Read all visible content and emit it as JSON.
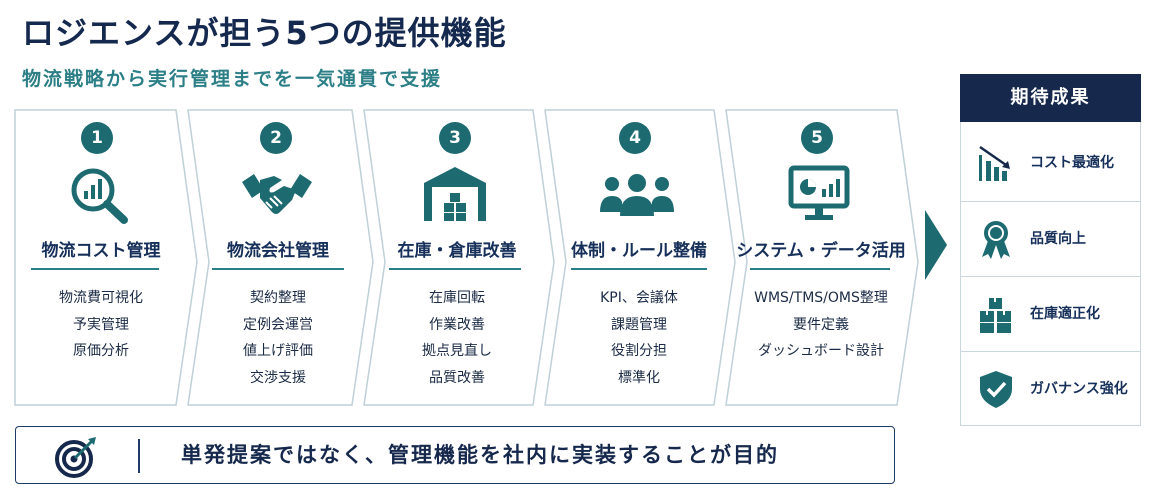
{
  "header": {
    "title": "ロジエンスが担う5つの提供機能",
    "subtitle": "物流戦略から実行管理までを一気通貫で支援"
  },
  "steps": [
    {
      "number": "1",
      "title": "物流コスト管理",
      "icon": "magnifier-chart-icon",
      "items": [
        "物流費可視化",
        "予実管理",
        "原価分析"
      ]
    },
    {
      "number": "2",
      "title": "物流会社管理",
      "icon": "handshake-icon",
      "items": [
        "契約整理",
        "定例会運営",
        "値上げ評価",
        "交渉支援"
      ]
    },
    {
      "number": "3",
      "title": "在庫・倉庫改善",
      "icon": "warehouse-icon",
      "items": [
        "在庫回転",
        "作業改善",
        "拠点見直し",
        "品質改善"
      ]
    },
    {
      "number": "4",
      "title": "体制・ルール整備",
      "icon": "team-icon",
      "items": [
        "KPI、会議体",
        "課題管理",
        "役割分担",
        "標準化"
      ]
    },
    {
      "number": "5",
      "title": "システム・データ活用",
      "icon": "monitor-chart-icon",
      "items": [
        "WMS/TMS/OMS整理",
        "要件定義",
        "ダッシュボード設計"
      ]
    }
  ],
  "results": {
    "heading": "期待成果",
    "items": [
      {
        "label": "コスト最適化",
        "icon": "cost-down-chart-icon"
      },
      {
        "label": "品質向上",
        "icon": "award-ribbon-icon"
      },
      {
        "label": "在庫適正化",
        "icon": "boxes-icon"
      },
      {
        "label": "ガバナンス強化",
        "icon": "shield-check-icon"
      }
    ]
  },
  "footer": {
    "message": "単発提案ではなく、管理機能を社内に実装することが目的",
    "icon": "target-arrow-icon"
  },
  "colors": {
    "navy": "#16294d",
    "teal": "#1d6b70",
    "teal_light": "#2a7f86",
    "border": "#c9d6dc"
  }
}
